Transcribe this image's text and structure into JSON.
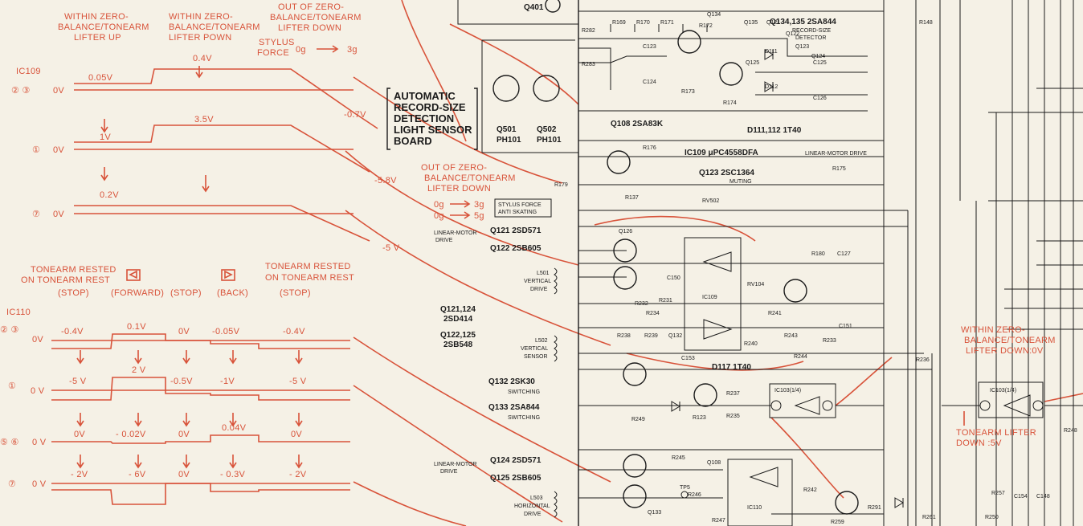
{
  "wave_top": {
    "headers": [
      [
        "WITHIN ZERO-",
        "BALANCE/TONEARM",
        "LIFTER UP"
      ],
      [
        "WITHIN ZERO-",
        "BALANCE/TONEARM",
        "LIFTER POWN"
      ],
      [
        "OUT OF ZERO-",
        "BALANCE/TONEARM",
        "LIFTER DOWN"
      ]
    ],
    "stylus_force": [
      "STYLUS",
      "FORCE"
    ],
    "force_range": [
      "0g",
      "3g"
    ],
    "ic": "IC109",
    "rows": [
      {
        "pin": "② ③",
        "zero": "0V",
        "levels": [
          "0.05V",
          "0.4V"
        ],
        "tail": "-0.7V"
      },
      {
        "pin": "①",
        "zero": "0V",
        "levels": [
          "1V",
          "3.5V"
        ],
        "tail": "-5.8V"
      },
      {
        "pin": "⑦",
        "zero": "0V",
        "levels": [
          "0.2V"
        ],
        "tail": "-5 V"
      }
    ]
  },
  "wave_bottom": {
    "headers": [
      [
        "TONEARM RESTED",
        "ON TONEARM REST"
      ],
      [
        "TONEARM RESTED",
        "ON TONEARM REST"
      ]
    ],
    "states": [
      "(STOP)",
      "(FORWARD)",
      "(STOP)",
      "(BACK)",
      "(STOP)"
    ],
    "ic": "IC110",
    "rows": [
      {
        "pin": "② ③",
        "zero": "0V",
        "values": [
          "-0.4V",
          "0.1V",
          "0V",
          "-0.05V",
          "-0.4V"
        ]
      },
      {
        "pin": "①",
        "zero": "0 V",
        "values": [
          "-5 V",
          "2 V",
          "-0.5V",
          "-1V",
          "-5 V"
        ]
      },
      {
        "pin": "⑤ ⑥",
        "zero": "0 V",
        "values": [
          "0V",
          "- 0.02V",
          "0V",
          "0.04V",
          "0V"
        ]
      },
      {
        "pin": "⑦",
        "zero": "0 V",
        "values": [
          "- 2V",
          "- 6V",
          "0V",
          "- 0.3V",
          "- 2V"
        ]
      }
    ]
  },
  "board_title": [
    "AUTOMATIC",
    "RECORD-SIZE",
    "DETECTION",
    "LIGHT SENSOR",
    "BOARD"
  ],
  "schematic": {
    "q501": [
      "Q501",
      "PH101"
    ],
    "q502": [
      "Q502",
      "PH101"
    ],
    "q108": "Q108  2SA83K",
    "q134": "Q134,135  2SA844",
    "q134_sub": [
      "RECORD-SIZE",
      "DETECTOR"
    ],
    "d111": "D111,112  1T40",
    "ic109": "IC109  μPC4558DFA",
    "ic109_sub": "LINEAR-MOTOR DRIVE",
    "q123": "Q123  2SC1364",
    "q123_sub": "MUTING",
    "out_zero": [
      "OUT OF ZERO-",
      "BALANCE/TONEARM",
      "LIFTER DOWN"
    ],
    "force1": [
      "0g",
      "3g"
    ],
    "force2": [
      "0g",
      "5g"
    ],
    "anti": [
      "STYLUS FORCE",
      "ANTI SKATING"
    ],
    "lm_drive": [
      "LINEAR-MOTOR",
      "DRIVE"
    ],
    "q121": "Q121  2SD571",
    "q122": "Q122  2SB605",
    "l501": [
      "L501",
      "VERTICAL",
      "DRIVE"
    ],
    "q124grp": [
      "Q121,124",
      "2SD414"
    ],
    "q125grp": [
      "Q122,125",
      "2SB548"
    ],
    "l502": [
      "L502",
      "VERTICAL",
      "SENSOR"
    ],
    "q132": "Q132  2SK30",
    "q133": "Q133  2SA844",
    "switching": "SWITCHING",
    "d117": "D117  1T40",
    "q124": "Q124  2SD571",
    "q125": "Q125  2SB605",
    "l503": [
      "L503",
      "HORIZONTAL",
      "DRIVE"
    ],
    "ic103a": "IC103(1/4)",
    "ic103b": "IC103(1/4)",
    "ic110": "IC110",
    "ic109box": "IC109",
    "within_down": [
      "WITHIN ZERO-",
      "BALANCE/TONEARM",
      "LIFTER DOWN:0V"
    ],
    "lifter_down": [
      "TONEARM LIFTER",
      "DOWN :5V"
    ],
    "tp5": "TP5",
    "q401": "Q401",
    "parts": [
      "R169",
      "R170",
      "R171",
      "R172",
      "R282",
      "R283",
      "C123",
      "C124",
      "R173",
      "R174",
      "D111",
      "D112",
      "C125",
      "C126",
      "R176",
      "R175",
      "R179",
      "R137",
      "RV502",
      "R180",
      "C127",
      "RV104",
      "R232",
      "R231",
      "R234",
      "C150",
      "R238",
      "R239",
      "C153",
      "R240",
      "R241",
      "R243",
      "R244",
      "C151",
      "R233",
      "R236",
      "R237",
      "R235",
      "R249",
      "R123",
      "R245",
      "R246",
      "R247",
      "R242",
      "R291",
      "R259",
      "R261",
      "R250",
      "R248",
      "R257",
      "C154",
      "C148",
      "R148",
      "Q134",
      "Q135",
      "Q121",
      "Q122",
      "Q123",
      "Q124",
      "Q125",
      "Q126",
      "Q132",
      "Q133",
      "Q108"
    ]
  }
}
